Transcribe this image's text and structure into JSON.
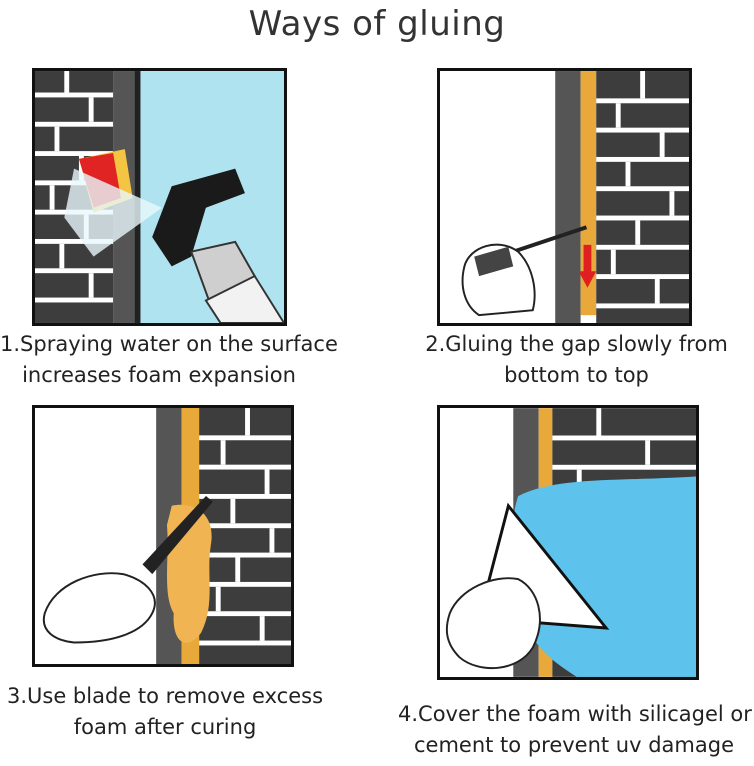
{
  "title": "Ways of gluing",
  "steps": [
    {
      "line1": "1.Spraying water on the surface",
      "line2": "increases foam expansion",
      "icon": "spray-bottle-icon"
    },
    {
      "line1": "2.Gluing the gap slowly from",
      "line2": "bottom to top",
      "icon": "foam-gun-icon"
    },
    {
      "line1": "3.Use blade to remove excess",
      "line2": "foam after curing",
      "icon": "blade-icon"
    },
    {
      "line1": "4.Cover the foam with silicagel or",
      "line2": "cement to prevent uv damage",
      "icon": "scraper-icon"
    }
  ],
  "colors": {
    "brick": "#3d3d3d",
    "mortar": "#ffffff",
    "foam": "#e8a93a",
    "water": "#aee3ef",
    "cement": "#5ec3ec",
    "arrow": "#e02020"
  }
}
